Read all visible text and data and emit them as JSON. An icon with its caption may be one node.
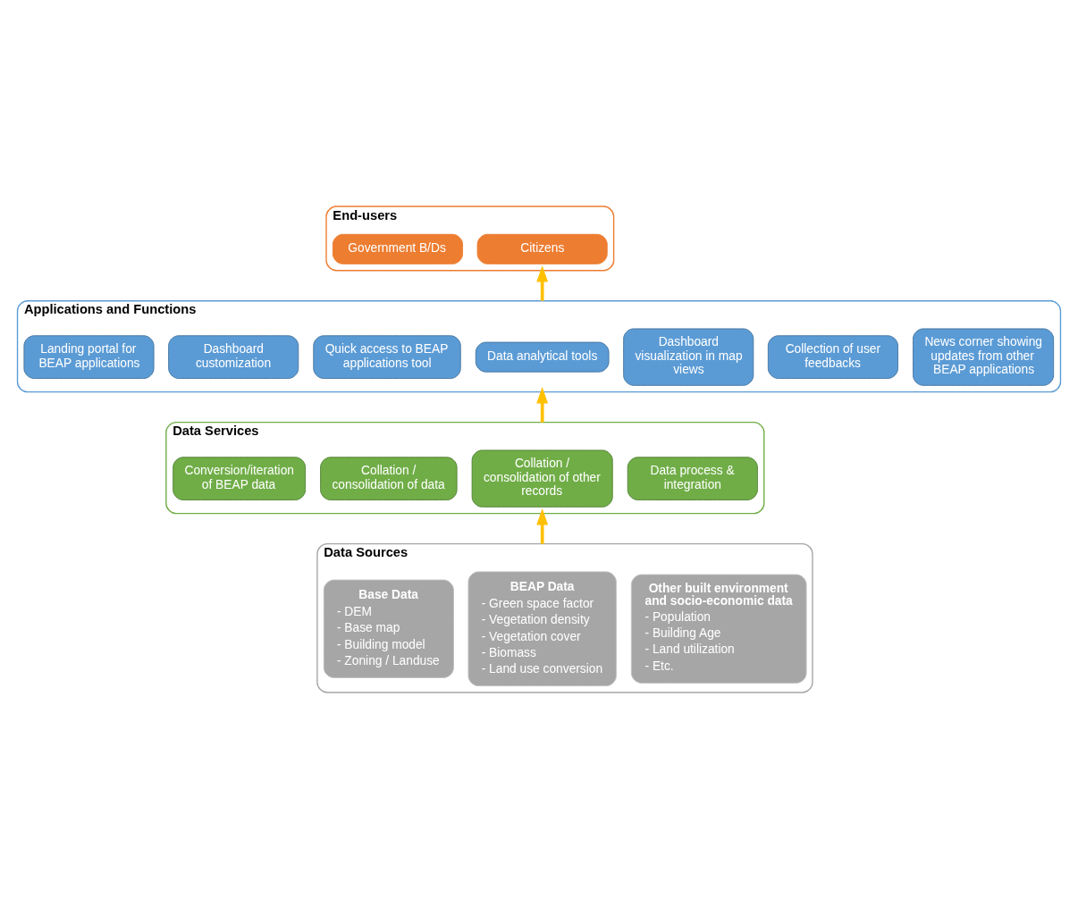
{
  "diagram": {
    "nodes": [
      {
        "text": [
          "End-users"
        ]
      },
      {
        "text": [
          "Government B/Ds"
        ],
        "in": 0
      },
      {
        "text": [
          "Citizens"
        ],
        "in": 0
      },
      {
        "text": [
          "Applications and Functions"
        ]
      },
      {
        "text": [
          "Landing portal for BEAP applications"
        ],
        "in": 3
      },
      {
        "text": [
          "Dashboard customization"
        ],
        "in": 3
      },
      {
        "text": [
          "Quick access to BEAP applications tool"
        ],
        "in": 3
      },
      {
        "text": [
          "Data analytical tools"
        ],
        "in": 3
      },
      {
        "text": [
          "Dashboard visualization in map views"
        ],
        "in": 3
      },
      {
        "text": [
          "Collection of user feedbacks"
        ],
        "in": 3
      },
      {
        "text": [
          "News corner showing updates from other BEAP applications"
        ],
        "in": 3
      },
      {
        "text": [
          "Data Services"
        ]
      },
      {
        "text": [
          "Conversion/iteration of BEAP data"
        ],
        "in": 11
      },
      {
        "text": [
          "Collation / consolidation of data"
        ],
        "in": 11
      },
      {
        "text": [
          "Collation / consolidation of other records"
        ],
        "in": 11
      },
      {
        "text": [
          "Data process & integration"
        ],
        "in": 11
      },
      {
        "text": [
          "Data Sources"
        ]
      },
      {
        "text": [
          "Base Data",
          "- DEM",
          "- Base map",
          "- Building model",
          "- Zoning / Landuse"
        ],
        "in": 16
      },
      {
        "text": [
          "BEAP Data",
          "- Green space factor",
          "- Vegetation density",
          "- Vegetation cover",
          "- Biomass",
          "- Land use conversion"
        ],
        "in": 16
      },
      {
        "text": [
          "Other built environment and socio-economic data",
          "- Population",
          "- Building Age",
          "- Land utilization",
          "- Etc."
        ],
        "in": 16
      }
    ],
    "edges": [
      {
        "from": 16,
        "to": 11,
        "arrow": "to"
      },
      {
        "from": 11,
        "to": 3,
        "arrow": "to"
      },
      {
        "from": 3,
        "to": 0,
        "arrow": "to"
      }
    ]
  }
}
